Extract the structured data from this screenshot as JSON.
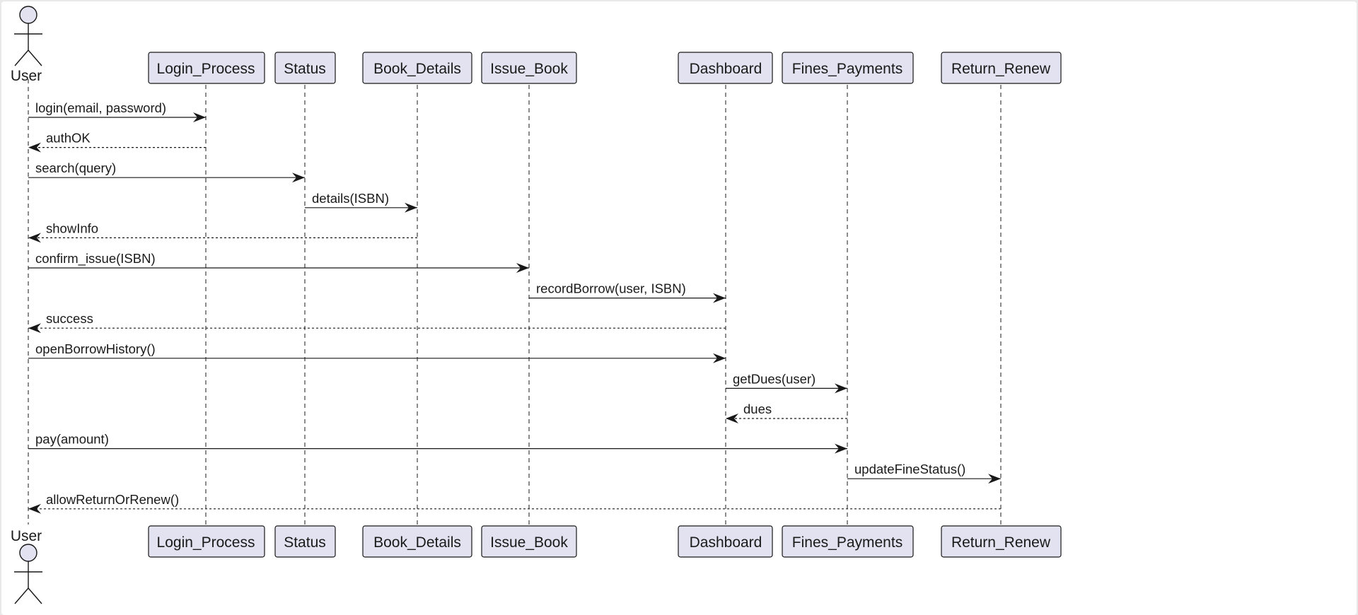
{
  "diagram": {
    "actor": {
      "name": "User"
    },
    "participants": [
      {
        "id": "login",
        "name": "Login_Process"
      },
      {
        "id": "status",
        "name": "Status"
      },
      {
        "id": "book",
        "name": "Book_Details"
      },
      {
        "id": "issue",
        "name": "Issue_Book"
      },
      {
        "id": "dash",
        "name": "Dashboard"
      },
      {
        "id": "fines",
        "name": "Fines_Payments"
      },
      {
        "id": "ret",
        "name": "Return_Renew"
      }
    ],
    "messages": [
      {
        "from": "user",
        "to": "login",
        "label": "login(email, password)",
        "kind": "call"
      },
      {
        "from": "login",
        "to": "user",
        "label": "authOK",
        "kind": "return"
      },
      {
        "from": "user",
        "to": "status",
        "label": "search(query)",
        "kind": "call"
      },
      {
        "from": "status",
        "to": "book",
        "label": "details(ISBN)",
        "kind": "call"
      },
      {
        "from": "book",
        "to": "user",
        "label": "showInfo",
        "kind": "return"
      },
      {
        "from": "user",
        "to": "issue",
        "label": "confirm_issue(ISBN)",
        "kind": "call"
      },
      {
        "from": "issue",
        "to": "dash",
        "label": "recordBorrow(user, ISBN)",
        "kind": "call"
      },
      {
        "from": "dash",
        "to": "user",
        "label": "success",
        "kind": "return"
      },
      {
        "from": "user",
        "to": "dash",
        "label": "openBorrowHistory()",
        "kind": "call"
      },
      {
        "from": "dash",
        "to": "fines",
        "label": "getDues(user)",
        "kind": "call"
      },
      {
        "from": "fines",
        "to": "dash",
        "label": "dues",
        "kind": "return"
      },
      {
        "from": "user",
        "to": "fines",
        "label": "pay(amount)",
        "kind": "call"
      },
      {
        "from": "fines",
        "to": "ret",
        "label": "updateFineStatus()",
        "kind": "call"
      },
      {
        "from": "ret",
        "to": "user",
        "label": "allowReturnOrRenew()",
        "kind": "return"
      }
    ],
    "colors": {
      "participant_fill": "#e2e2f0",
      "participant_border": "#181818",
      "line": "#181818",
      "background": "#ffffff"
    }
  }
}
